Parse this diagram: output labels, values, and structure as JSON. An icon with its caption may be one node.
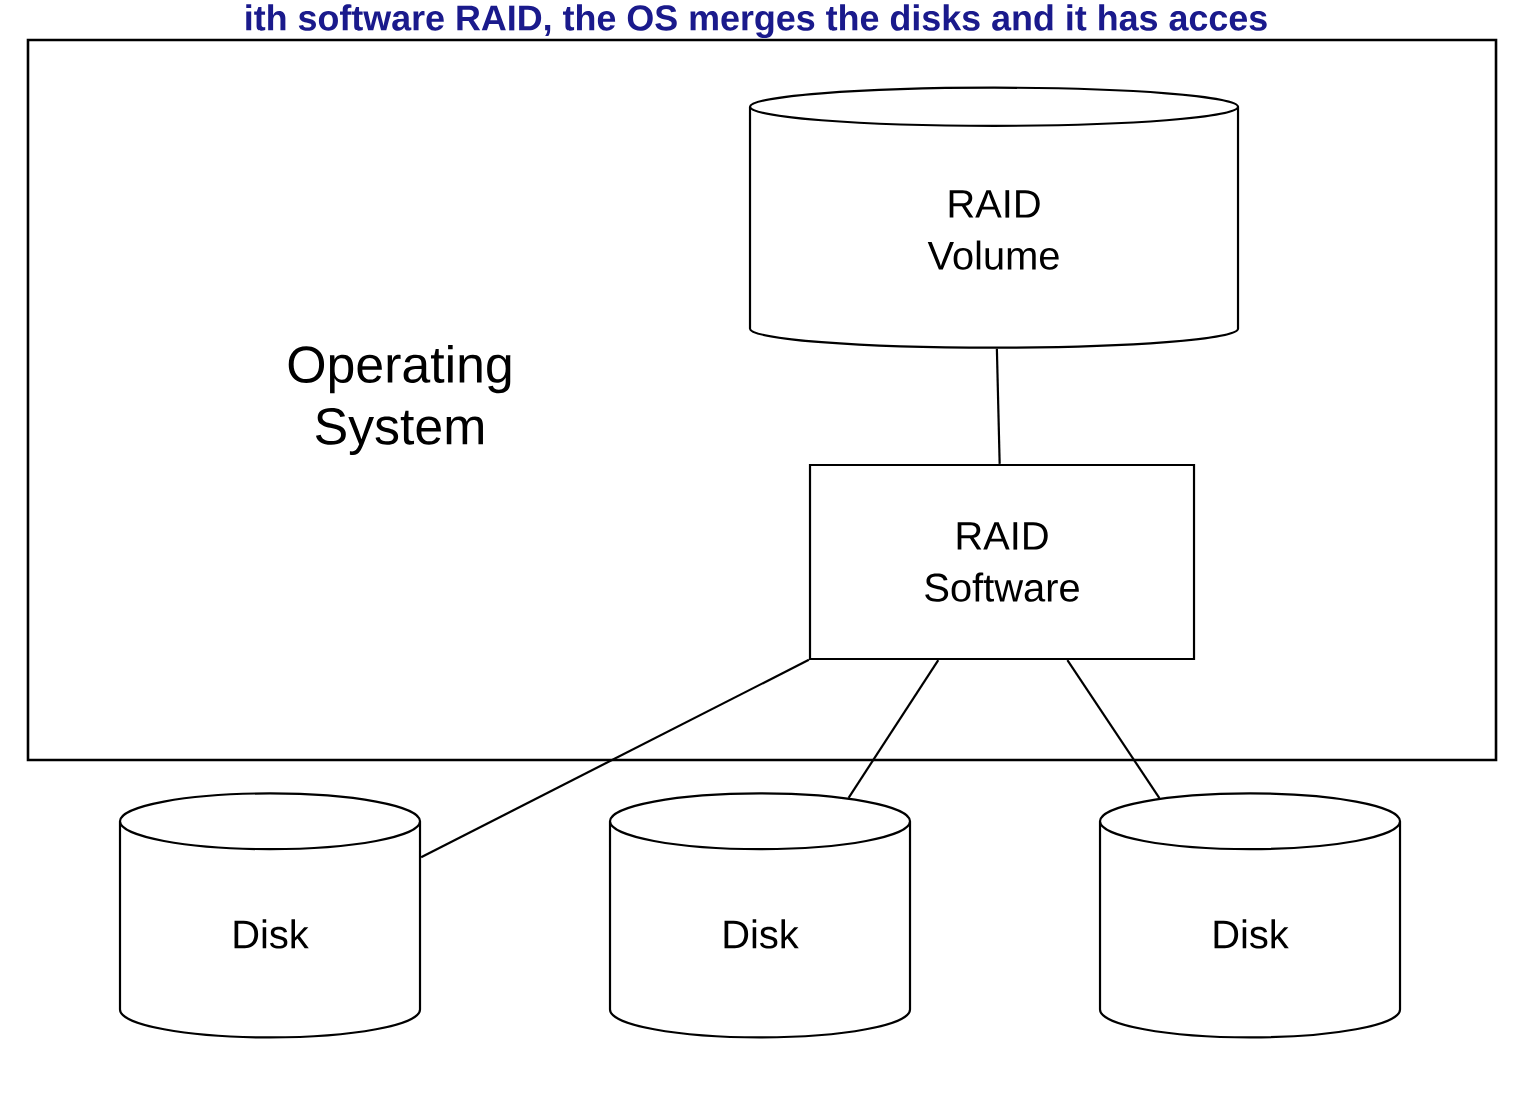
{
  "diagram": {
    "title": "ith software RAID, the OS merges the disks and it has acces",
    "nodes": [
      {
        "text": [
          "Operating System"
        ]
      },
      {
        "text": [
          "RAID Volume"
        ],
        "in": 0
      },
      {
        "text": [
          "RAID Software"
        ],
        "in": 0
      },
      {
        "text": [
          "Disk"
        ]
      },
      {
        "text": [
          "Disk"
        ]
      },
      {
        "text": [
          "Disk"
        ]
      }
    ],
    "edges": [
      {
        "from": 1,
        "to": 2,
        "arrow": "none"
      },
      {
        "from": 2,
        "to": 3,
        "arrow": "none"
      },
      {
        "from": 2,
        "to": 4,
        "arrow": "none"
      },
      {
        "from": 2,
        "to": 5,
        "arrow": "none"
      }
    ]
  }
}
